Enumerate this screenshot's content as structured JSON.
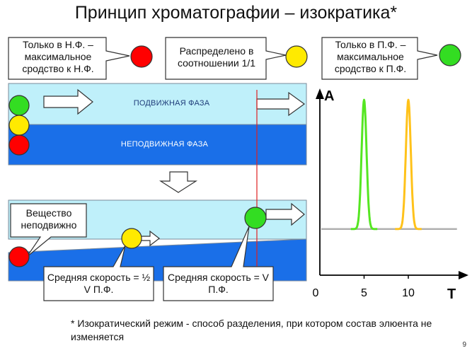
{
  "title": "Принцип хроматографии – изократика*",
  "callouts": {
    "stationary_affinity": "Только в Н.Ф. – максимальное сродство к Н.Ф.",
    "distributed": "Распределено в соотношении 1/1",
    "mobile_affinity": "Только в П.Ф. – максимальное сродство к П.Ф.",
    "immobile": "Вещество неподвижно",
    "half_speed": "Средняя скорость = ½ V П.Ф.",
    "full_speed": "Средняя скорость = V П.Ф."
  },
  "phases": {
    "mobile": "ПОДВИЖНАЯ ФАЗА",
    "stationary": "НЕПОДВИЖНАЯ ФАЗА"
  },
  "colors": {
    "red": "#ff0000",
    "yellow": "#ffea00",
    "green": "#33dd22",
    "mobile_phase": "#bff0fa",
    "stationary_phase": "#1a6fe8",
    "peak_green": "#55e622",
    "peak_yellow": "#ffc21a",
    "baseline": "#b0b0b0"
  },
  "note": "* Изократический режим - способ разделения, при котором состав элюента не изменяется",
  "page_number": "9",
  "chart_data": {
    "type": "line",
    "xlabel": "T",
    "ylabel": "A",
    "x_ticks": [
      "0",
      "5",
      "10"
    ],
    "xlim": [
      0,
      16
    ],
    "ylim": [
      0,
      1
    ],
    "baseline": 0.25,
    "series": [
      {
        "x": [
          3.5,
          4.0,
          4.4,
          4.8,
          5.0,
          5.2,
          5.6,
          6.0,
          6.5
        ],
        "y": [
          0.25,
          0.3,
          0.55,
          0.92,
          0.95,
          0.92,
          0.55,
          0.3,
          0.25
        ],
        "color": "#55e622"
      },
      {
        "x": [
          8.5,
          9.0,
          9.4,
          9.8,
          10.0,
          10.2,
          10.6,
          11.0,
          11.5
        ],
        "y": [
          0.25,
          0.3,
          0.55,
          0.92,
          0.95,
          0.92,
          0.55,
          0.3,
          0.25
        ],
        "color": "#ffc21a"
      }
    ]
  }
}
